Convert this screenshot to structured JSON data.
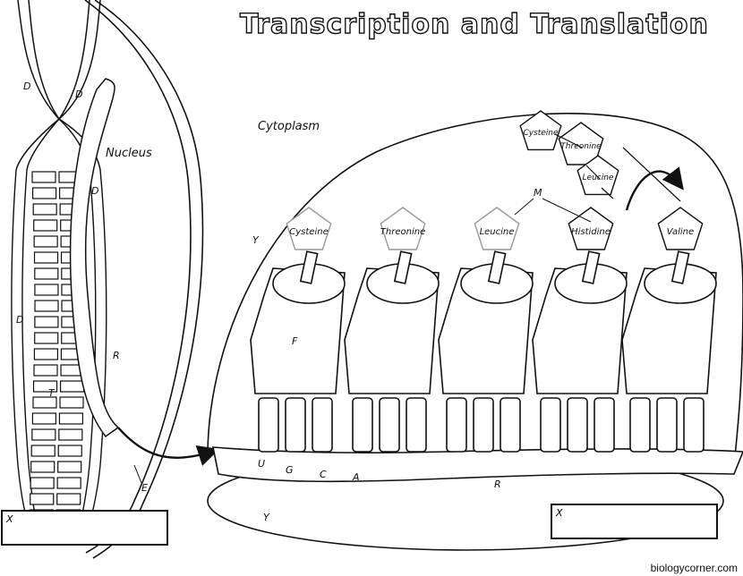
{
  "title": "Transcription and Translation",
  "credit": "biologycorner.com",
  "regions": {
    "nucleus": "Nucleus",
    "cytoplasm": "Cytoplasm"
  },
  "letters": {
    "D": "D",
    "E": "E",
    "F": "F",
    "M": "M",
    "R": "R",
    "T": "T",
    "X": "X",
    "Y": "Y",
    "U": "U",
    "G": "G",
    "C": "C",
    "A": "A"
  },
  "trna_amino_acids": [
    "Cysteine",
    "Threonine",
    "Leucine",
    "Histidine",
    "Valine"
  ],
  "chain_amino_acids": [
    "Cysteine",
    "Threonine",
    "Leucine"
  ],
  "colors": {
    "ink": "#111111",
    "paper": "#ffffff",
    "pentagon_fill": "#ffffff",
    "pentagon_stroke": "#999999"
  },
  "icons": [
    "curved-arrow-icon"
  ]
}
